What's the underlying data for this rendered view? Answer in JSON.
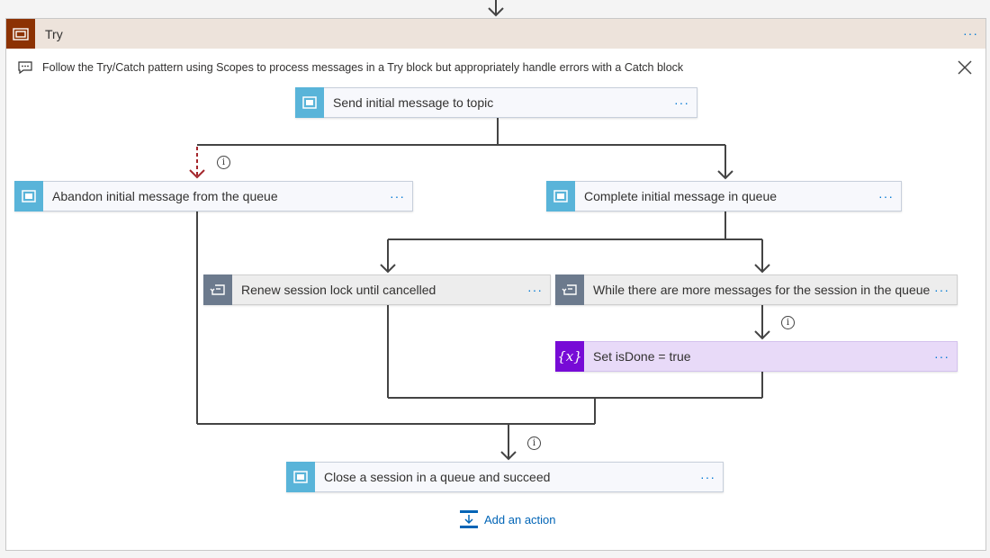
{
  "scope": {
    "title": "Try",
    "more_label": "···",
    "note": "Follow the Try/Catch pattern using Scopes to process messages in a Try block but appropriately handle errors with a Catch block",
    "color": "#8c3203"
  },
  "actions": {
    "send": {
      "label": "Send initial message to topic",
      "more_label": "···",
      "icon": "service-bus-icon"
    },
    "abandon": {
      "label": "Abandon initial message from the queue",
      "more_label": "···",
      "icon": "service-bus-icon"
    },
    "complete": {
      "label": "Complete initial message in queue",
      "more_label": "···",
      "icon": "service-bus-icon"
    },
    "renew": {
      "label": "Renew session lock until cancelled",
      "more_label": "···",
      "icon": "until-loop-icon"
    },
    "while": {
      "label": "While there are more messages for the session in the queue",
      "more_label": "···",
      "icon": "until-loop-icon"
    },
    "set_done": {
      "label": "Set isDone = true",
      "more_label": "···",
      "icon": "variable-icon",
      "icon_text": "{x}"
    },
    "close": {
      "label": "Close a session in a queue and succeed",
      "more_label": "···",
      "icon": "service-bus-icon"
    }
  },
  "add_action": {
    "label": "Add an action"
  },
  "info_glyph": "i",
  "colors": {
    "service_bus": "#59b4d9",
    "loop": "#6c7a8d",
    "variable": "#770bd6",
    "link": "#0064b6",
    "run_after_failed": "#a4262c"
  }
}
